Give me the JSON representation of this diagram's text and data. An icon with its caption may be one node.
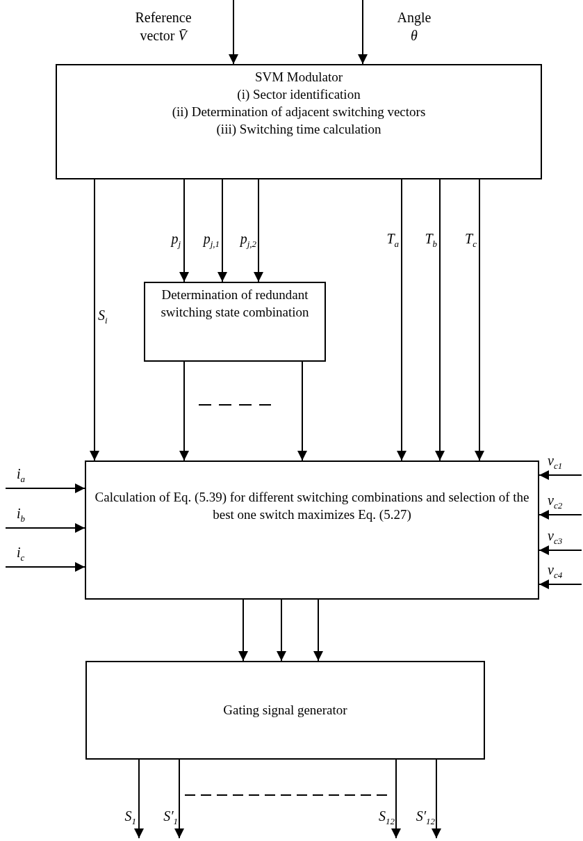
{
  "diagram": {
    "nodes": [
      {
        "text": [
          "SVM Modulator",
          "(i) Sector identification",
          "(ii) Determination of adjacent switching vectors",
          "(iii) Switching time calculation"
        ]
      },
      {
        "text": [
          "Determination of redundant switching state combination"
        ]
      },
      {
        "text": [
          "Calculation of Eq. (5.39) for different switching combinations and selection of the best one switch maximizes Eq. (5.27)"
        ]
      },
      {
        "text": [
          "Gating signal generator"
        ]
      }
    ],
    "edges": [
      {
        "from": null,
        "to": 0,
        "arrow": "to",
        "label": "Reference vector *V̄*"
      },
      {
        "from": null,
        "to": 0,
        "arrow": "to",
        "label": "Angle *θ*"
      },
      {
        "from": 0,
        "to": 2,
        "arrow": "to",
        "label": "S$_{i}$"
      },
      {
        "from": 0,
        "to": 1,
        "arrow": "to",
        "label": "p$_{j}$"
      },
      {
        "from": 0,
        "to": 1,
        "arrow": "to",
        "label": "p$_{j,1}$"
      },
      {
        "from": 0,
        "to": 1,
        "arrow": "to",
        "label": "p$_{j,2}$"
      },
      {
        "from": 0,
        "to": 2,
        "arrow": "to",
        "label": "T$_{a}$"
      },
      {
        "from": 0,
        "to": 2,
        "arrow": "to",
        "label": "T$_{b}$"
      },
      {
        "from": 0,
        "to": 2,
        "arrow": "to",
        "label": "T$_{c}$"
      },
      {
        "from": 1,
        "to": 2,
        "arrow": "to"
      },
      {
        "from": 1,
        "to": 2,
        "arrow": "to"
      },
      {
        "from": null,
        "to": 2,
        "arrow": "to",
        "label": "i$_{a}$"
      },
      {
        "from": null,
        "to": 2,
        "arrow": "to",
        "label": "i$_{b}$"
      },
      {
        "from": null,
        "to": 2,
        "arrow": "to",
        "label": "i$_{c}$"
      },
      {
        "from": null,
        "to": 2,
        "arrow": "to",
        "label": "v$_{c1}$"
      },
      {
        "from": null,
        "to": 2,
        "arrow": "to",
        "label": "v$_{c2}$"
      },
      {
        "from": null,
        "to": 2,
        "arrow": "to",
        "label": "v$_{c3}$"
      },
      {
        "from": null,
        "to": 2,
        "arrow": "to",
        "label": "v$_{c4}$"
      },
      {
        "from": 2,
        "to": 3,
        "arrow": "to"
      },
      {
        "from": 2,
        "to": 3,
        "arrow": "to"
      },
      {
        "from": 2,
        "to": 3,
        "arrow": "to"
      },
      {
        "from": 3,
        "to": null,
        "arrow": "to",
        "label": "S$_{1}$"
      },
      {
        "from": 3,
        "to": null,
        "arrow": "to",
        "label": "S′$_{1}$"
      },
      {
        "from": 3,
        "to": null,
        "arrow": "to",
        "label": "S$_{12}$"
      },
      {
        "from": 3,
        "to": null,
        "arrow": "to",
        "label": "S′$_{12}$"
      }
    ]
  }
}
